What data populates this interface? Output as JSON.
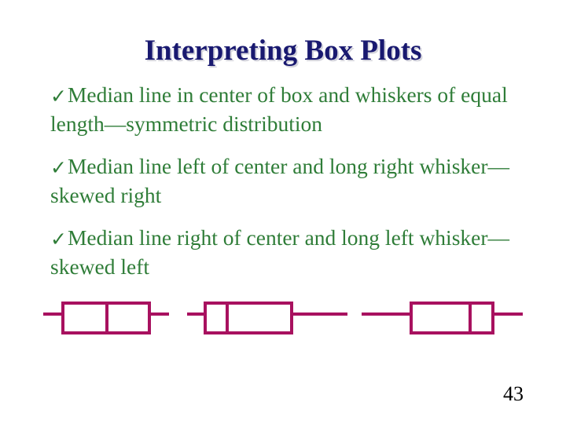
{
  "slide": {
    "title": "Interpreting Box Plots",
    "page_number": "43",
    "background_color": "#ffffff",
    "title_color": "#191970",
    "body_color": "#2f7d38",
    "accent_color": "#a8115f"
  },
  "bullets": [
    {
      "marker": "check-mark",
      "marker_glyph": "✓",
      "text": "Median line in center of box and whiskers of equal length—symmetric distribution"
    },
    {
      "marker": "check-mark",
      "marker_glyph": "✓",
      "text": "Median line left of center and long right whisker—skewed right"
    },
    {
      "marker": "check-mark",
      "marker_glyph": "✓",
      "text": "Median line right of center and long left whisker—skewed left"
    }
  ],
  "chart_data": {
    "type": "boxplot",
    "title": "Interpreting Box Plots",
    "xlabel": "",
    "ylabel": "",
    "grid": false,
    "legend": "none",
    "orientation": "horizontal",
    "stroke_color": "#a8115f",
    "stroke_width": 4,
    "fill": "none",
    "axis_units": "slide pixels",
    "box_top_y": 386,
    "box_bottom_y": 424,
    "center_line_y": 400,
    "series": [
      {
        "name": "symmetric",
        "describes_bullet": 1,
        "shape": "Median line in center of box and whiskers of equal length — symmetric distribution",
        "min": 55,
        "q1": 80,
        "median": 136,
        "q3": 190,
        "max": 215,
        "left_whisker_length": 25,
        "right_whisker_length": 25,
        "lower_box_width": 56,
        "upper_box_width": 54
      },
      {
        "name": "skewed-right",
        "describes_bullet": 2,
        "shape": "Median line left of center and long right whisker — skewed right",
        "min": 238,
        "q1": 261,
        "median": 289,
        "q3": 371,
        "max": 442,
        "left_whisker_length": 23,
        "right_whisker_length": 71,
        "lower_box_width": 28,
        "upper_box_width": 82
      },
      {
        "name": "skewed-left",
        "describes_bullet": 3,
        "shape": "Long left whisker and median line right of center — skewed left",
        "min": 460,
        "q1": 523,
        "median": 598,
        "q3": 627,
        "max": 665,
        "left_whisker_length": 63,
        "right_whisker_length": 38,
        "lower_box_width": 75,
        "upper_box_width": 29
      }
    ]
  }
}
